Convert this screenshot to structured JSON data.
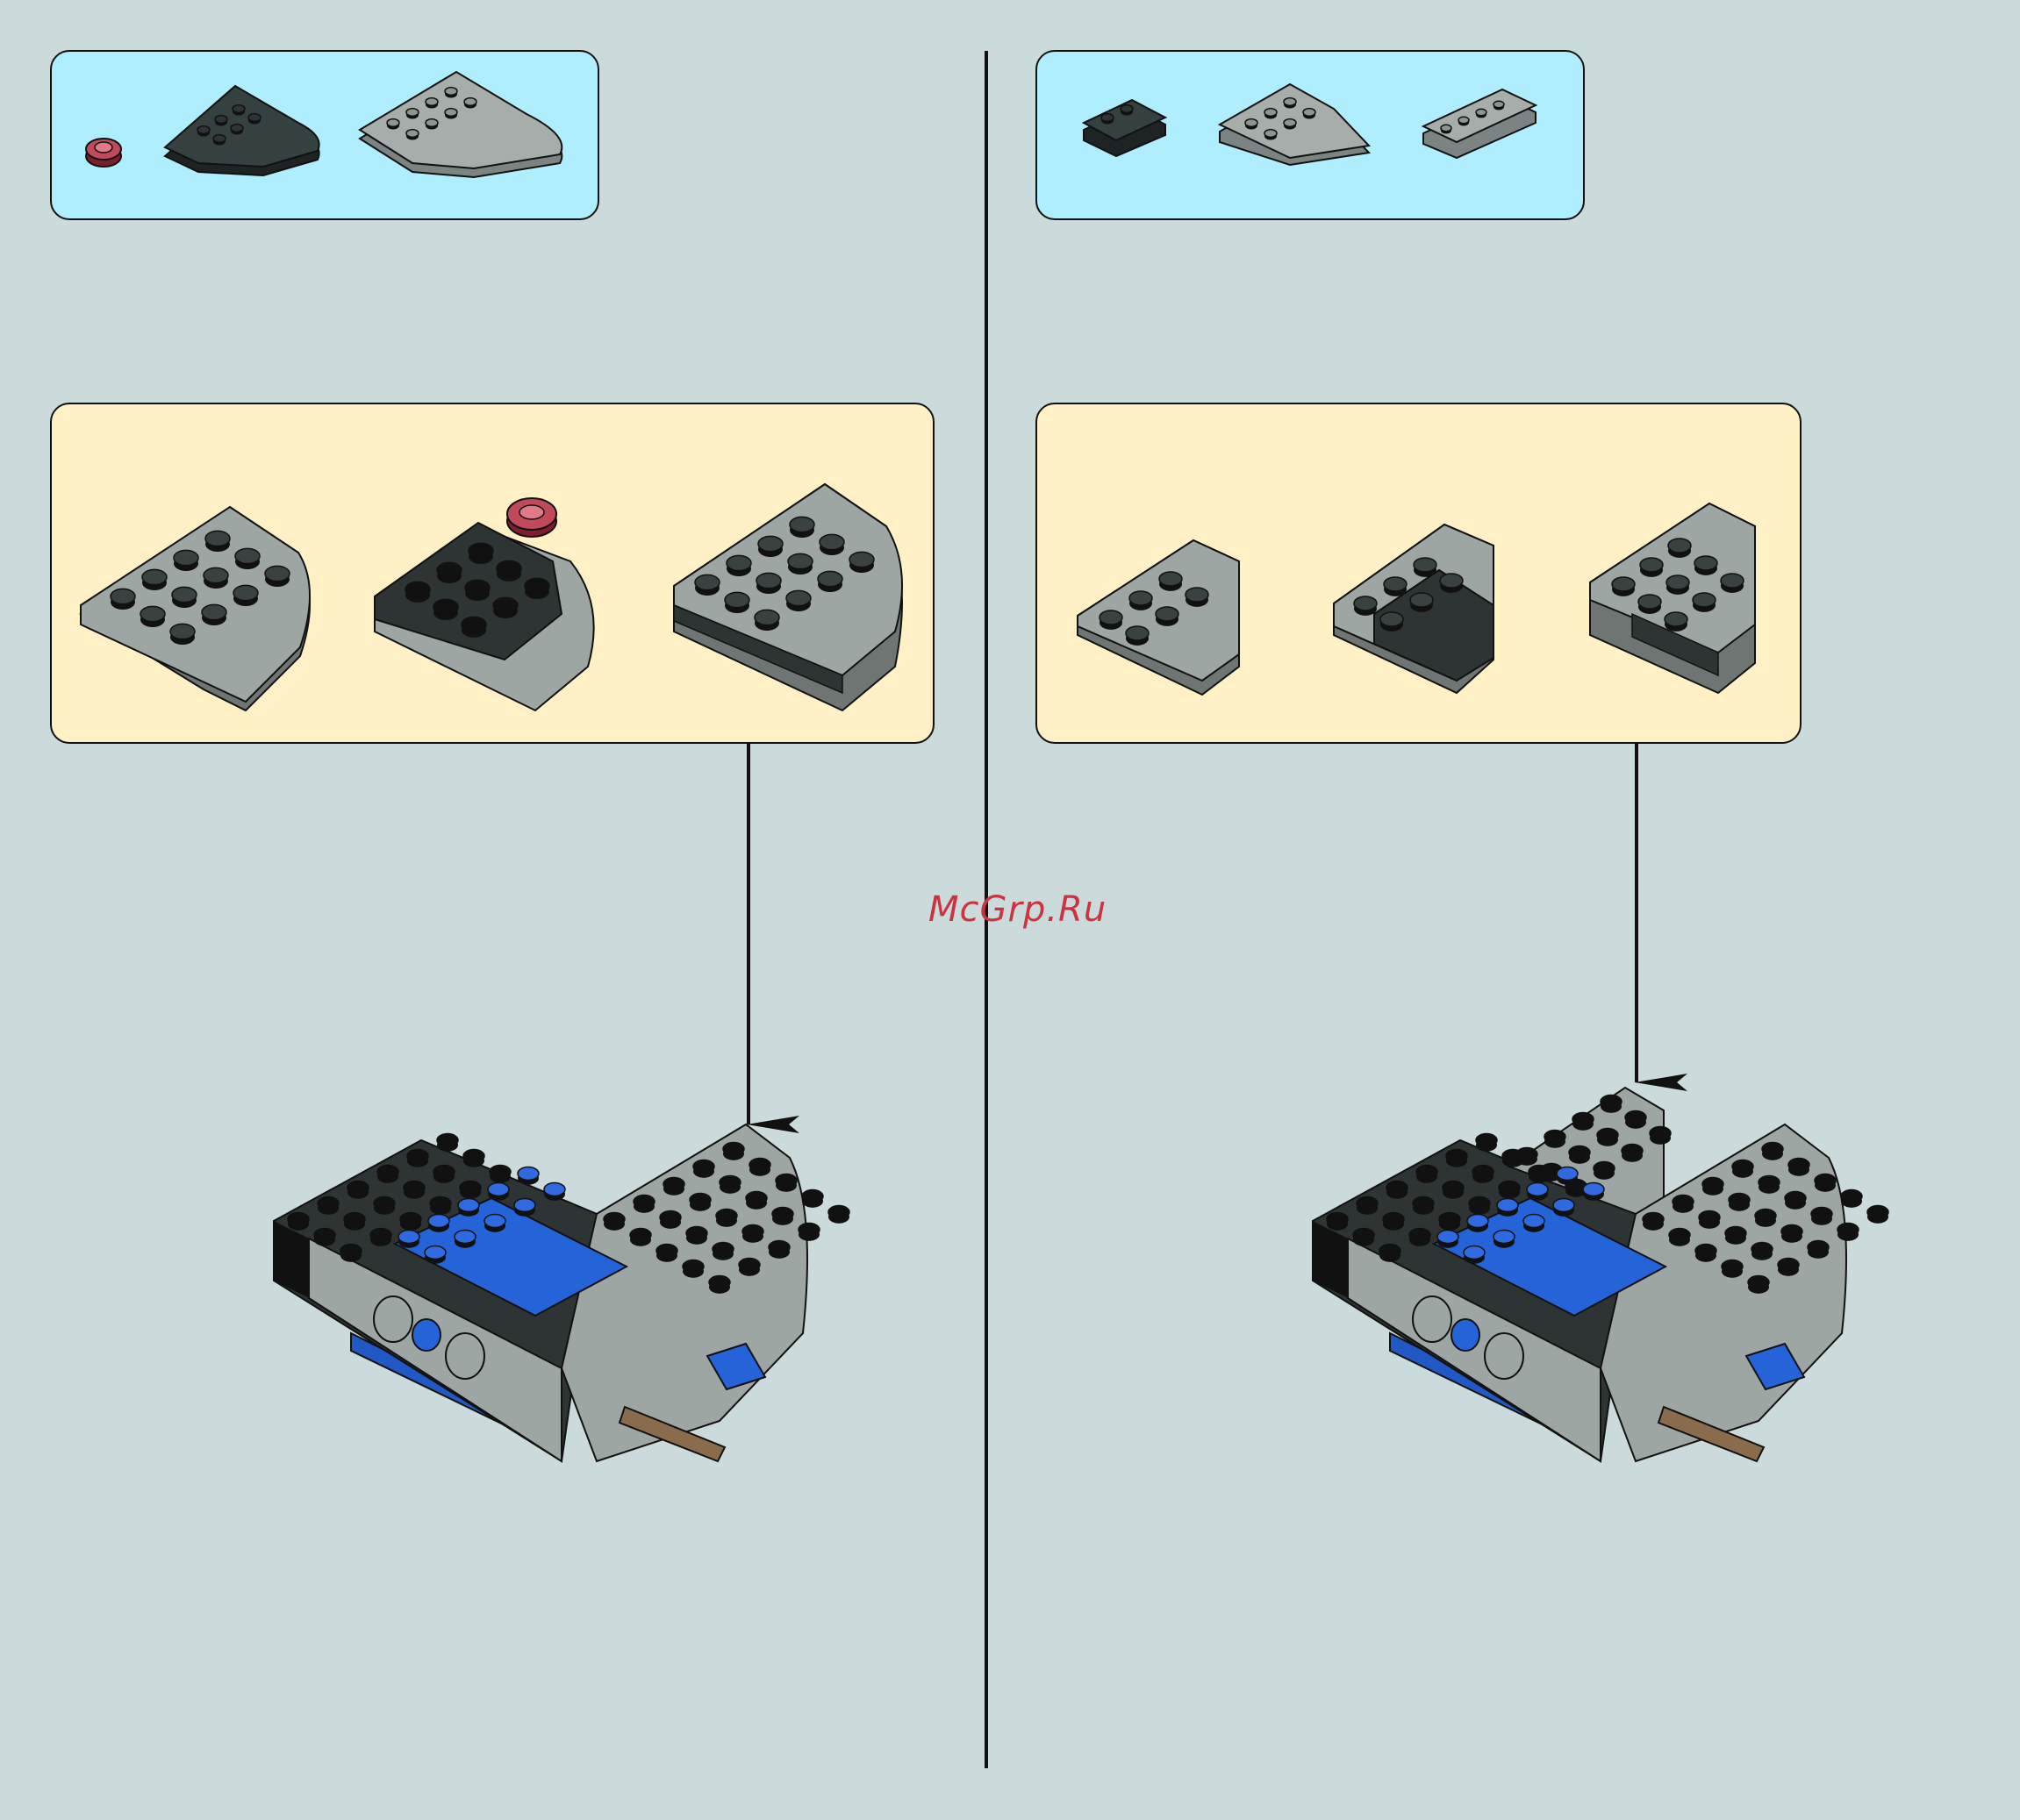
{
  "watermark": {
    "text": "McGrp.Ru",
    "color": "#cc3340"
  },
  "colors": {
    "background": "#cbdada",
    "parts_box": "#aeeefe",
    "subassembly_box": "#fff0c6",
    "light_gray": "#9ea6a4",
    "dark_gray": "#2e3434",
    "blue": "#2563d8",
    "red_round": "#b03848",
    "brown_axle": "#8a6c4c"
  },
  "steps": [
    {
      "parts": [
        "round-plate-1x1-red",
        "wedge-plate-4x4-round-dark-gray",
        "wedge-plate-4x4-round-light-gray"
      ],
      "subassembly": [
        "light-gray-round-plate",
        "dark-gray-plate-with-red-round",
        "stacked-round-plates"
      ]
    },
    {
      "parts": [
        "plate-1x2-dark-gray",
        "wedge-plate-3x3-light-gray",
        "plate-1x4-light-gray"
      ],
      "subassembly": [
        "light-gray-wedge",
        "wedge-with-dark-plate",
        "stacked-wedges"
      ]
    }
  ]
}
